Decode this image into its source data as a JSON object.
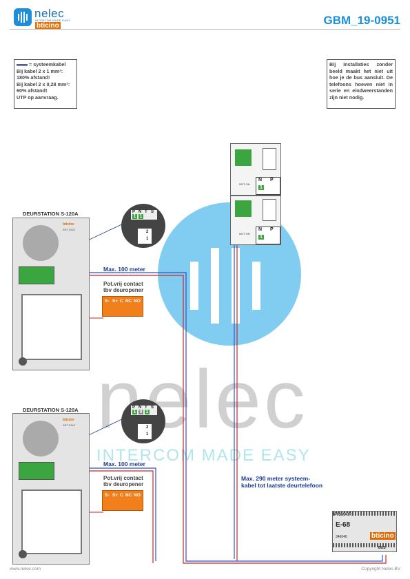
{
  "header": {
    "logo_name": "nelec",
    "logo_tagline": "INTERCOM MADE EASY",
    "logo_brand": "bticino",
    "doc_code": "GBM_19-0951"
  },
  "note_left": {
    "legend": "= systeemkabel",
    "lines": [
      "Bij kabel 2 x 1 mm²:",
      "180% afstand!",
      "Bij kabel 2 x 0,28 mm²:",
      "60% afstand!",
      "UTP op aanvraag."
    ]
  },
  "note_right": {
    "text": "Bij installaties zonder beeld maakt het niet uit hoe je de bus aansluit. De telefoons hoeven niet in serie en eindweerstanden zijn niet nodig."
  },
  "stations": [
    {
      "title": "DEURSTATION S-120A",
      "brand": "bticino",
      "model": "ART.S342"
    },
    {
      "title": "DEURSTATION S-120A",
      "brand": "bticino",
      "model": "ART.S342"
    }
  ],
  "dip_zoom": [
    {
      "labels": [
        "P",
        "N",
        "T",
        "S"
      ],
      "values": [
        "1",
        "1"
      ],
      "switch": [
        "2",
        "1"
      ]
    },
    {
      "labels": [
        "P",
        "N",
        "T",
        "S"
      ],
      "values": [
        "1",
        "0",
        "1"
      ],
      "switch": [
        "2",
        "1"
      ]
    }
  ],
  "relay": {
    "title_lines": [
      "Pot.vrij contact",
      "tbv deuropener"
    ],
    "terminals": [
      "S-",
      "S+",
      "C",
      "NC",
      "NO"
    ]
  },
  "labels": {
    "max100": "Max. 100 meter",
    "max290_lines": [
      "Max. 290 meter systeem-",
      "kabel tot laatste deurtelefoon"
    ]
  },
  "handsets": [
    {
      "term_labels": [
        "N",
        "P"
      ],
      "value": "1",
      "small": "NOT ON"
    },
    {
      "term_labels": [
        "N",
        "P"
      ],
      "value": "1",
      "small": "NOT ON"
    }
  ],
  "psu": {
    "primair": "PRIMAIR",
    "model": "E-68",
    "code": "346040",
    "brand": "bticino",
    "bus": "BUS"
  },
  "watermark": {
    "text": "nelec",
    "sub": "INTERCOM MADE EASY"
  },
  "footer": {
    "left": "www.nelec.com",
    "right": "Copyright Nelec BV"
  },
  "colors": {
    "accent": "#1c8fd6",
    "wire_red": "#d22222",
    "wire_blue": "#2c52c8",
    "wire_orange": "#e07b17",
    "terminal_green": "#3ba640"
  }
}
